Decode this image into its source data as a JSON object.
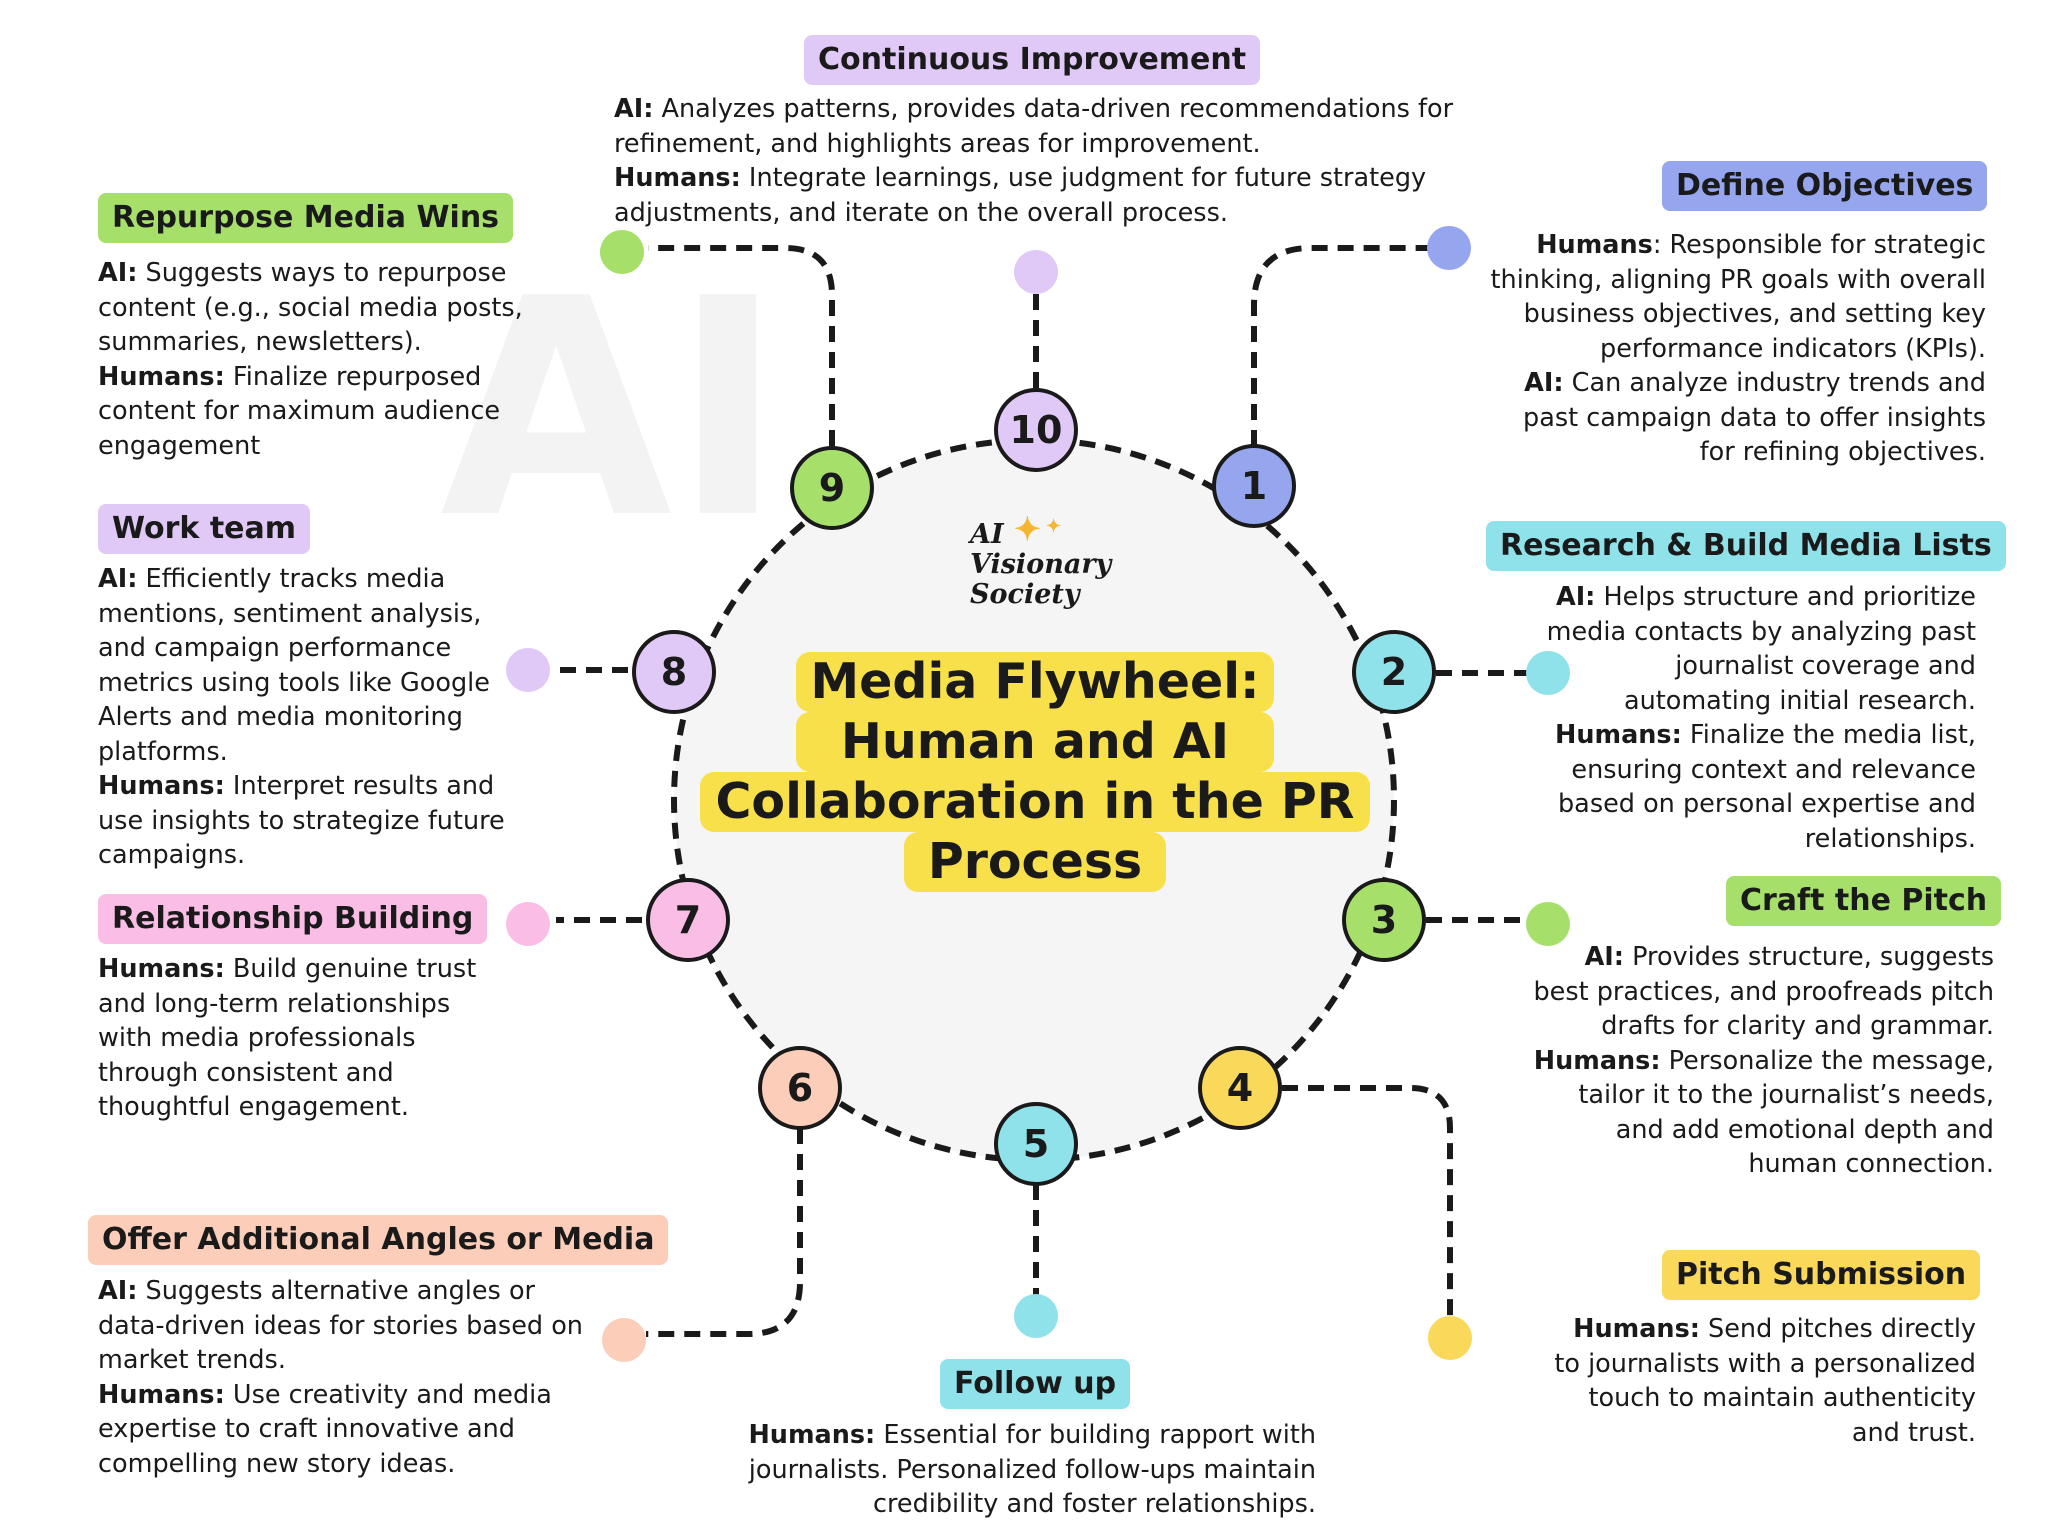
{
  "title": {
    "line1": "Media Flywheel:",
    "line2": "Human and AI",
    "line3": "Collaboration in the PR",
    "line4": "Process"
  },
  "logo": {
    "line1": "AI",
    "line2": "Visionary",
    "line3": "Society"
  },
  "watermark": {
    "text": "AI"
  },
  "colors": {
    "green": "#a6e06a",
    "lavender": "#e0c9f7",
    "blue": "#95a5ee",
    "cyan": "#8fe2e9",
    "pink": "#f9bde6",
    "peach": "#fccdb9",
    "yellow": "#fad85a",
    "ring": "#f5f5f5"
  },
  "steps": [
    {
      "number": "1",
      "title": "Define Objectives",
      "desc": [
        {
          "who": "Humans",
          "sep": ":",
          "text": " Responsible for strategic thinking, aligning PR goals with overall business objectives, and setting key performance indicators (KPIs)."
        },
        {
          "who": "AI:",
          "sep": "",
          "text": " Can analyze industry trends and past campaign data to offer insights for refining objectives."
        }
      ]
    },
    {
      "number": "2",
      "title": "Research & Build Media Lists",
      "desc": [
        {
          "who": "AI:",
          "sep": "",
          "text": " Helps structure and prioritize media contacts by analyzing past journalist coverage and automating initial research."
        },
        {
          "who": "Humans:",
          "sep": "",
          "text": " Finalize the media list, ensuring context and relevance based on personal expertise and relationships."
        }
      ]
    },
    {
      "number": "3",
      "title": "Craft the Pitch",
      "desc": [
        {
          "who": "AI:",
          "sep": "",
          "text": " Provides structure, suggests best practices, and proofreads pitch drafts for clarity and grammar."
        },
        {
          "who": "Humans:",
          "sep": "",
          "text": " Personalize the message, tailor it to the journalist’s needs, and add emotional depth and human connection."
        }
      ]
    },
    {
      "number": "4",
      "title": "Pitch Submission",
      "desc": [
        {
          "who": "Humans:",
          "sep": "",
          "text": " Send pitches directly to journalists with a personalized touch to maintain authenticity and trust."
        }
      ]
    },
    {
      "number": "5",
      "title": "Follow up",
      "desc": [
        {
          "who": "Humans:",
          "sep": "",
          "text": " Essential for building rapport with journalists. Personalized follow-ups maintain credibility and foster relationships."
        }
      ]
    },
    {
      "number": "6",
      "title": "Offer Additional Angles or Media",
      "desc": [
        {
          "who": "AI:",
          "sep": "",
          "text": " Suggests alternative angles or data-driven ideas for stories based on market trends."
        },
        {
          "who": "Humans:",
          "sep": "",
          "text": " Use creativity and media expertise to craft innovative and compelling new story ideas."
        }
      ]
    },
    {
      "number": "7",
      "title": "Relationship Building",
      "desc": [
        {
          "who": "Humans:",
          "sep": "",
          "text": " Build genuine trust and long-term relationships with media professionals through consistent and thoughtful engagement."
        }
      ]
    },
    {
      "number": "8",
      "title": "Work team",
      "desc": [
        {
          "who": "AI:",
          "sep": "",
          "text": " Efficiently tracks media mentions, sentiment analysis, and campaign performance metrics using tools like Google Alerts and media monitoring platforms."
        },
        {
          "who": "Humans:",
          "sep": "",
          "text": " Interpret results and use insights to strategize future campaigns."
        }
      ]
    },
    {
      "number": "9",
      "title": "Repurpose Media Wins",
      "desc": [
        {
          "who": "AI:",
          "sep": "",
          "text": " Suggests ways to repurpose content (e.g., social media posts, summaries, newsletters)."
        },
        {
          "who": "Humans:",
          "sep": "",
          "text": " Finalize repurposed content for maximum audience engagement"
        }
      ]
    },
    {
      "number": "10",
      "title": "Continuous Improvement",
      "desc": [
        {
          "who": "AI:",
          "sep": "",
          "text": " Analyzes patterns, provides data-driven recommendations for refinement, and highlights areas for improvement."
        },
        {
          "who": "Humans:",
          "sep": "",
          "text": " Integrate learnings, use judgment for future strategy adjustments, and iterate on the overall process."
        }
      ]
    }
  ]
}
